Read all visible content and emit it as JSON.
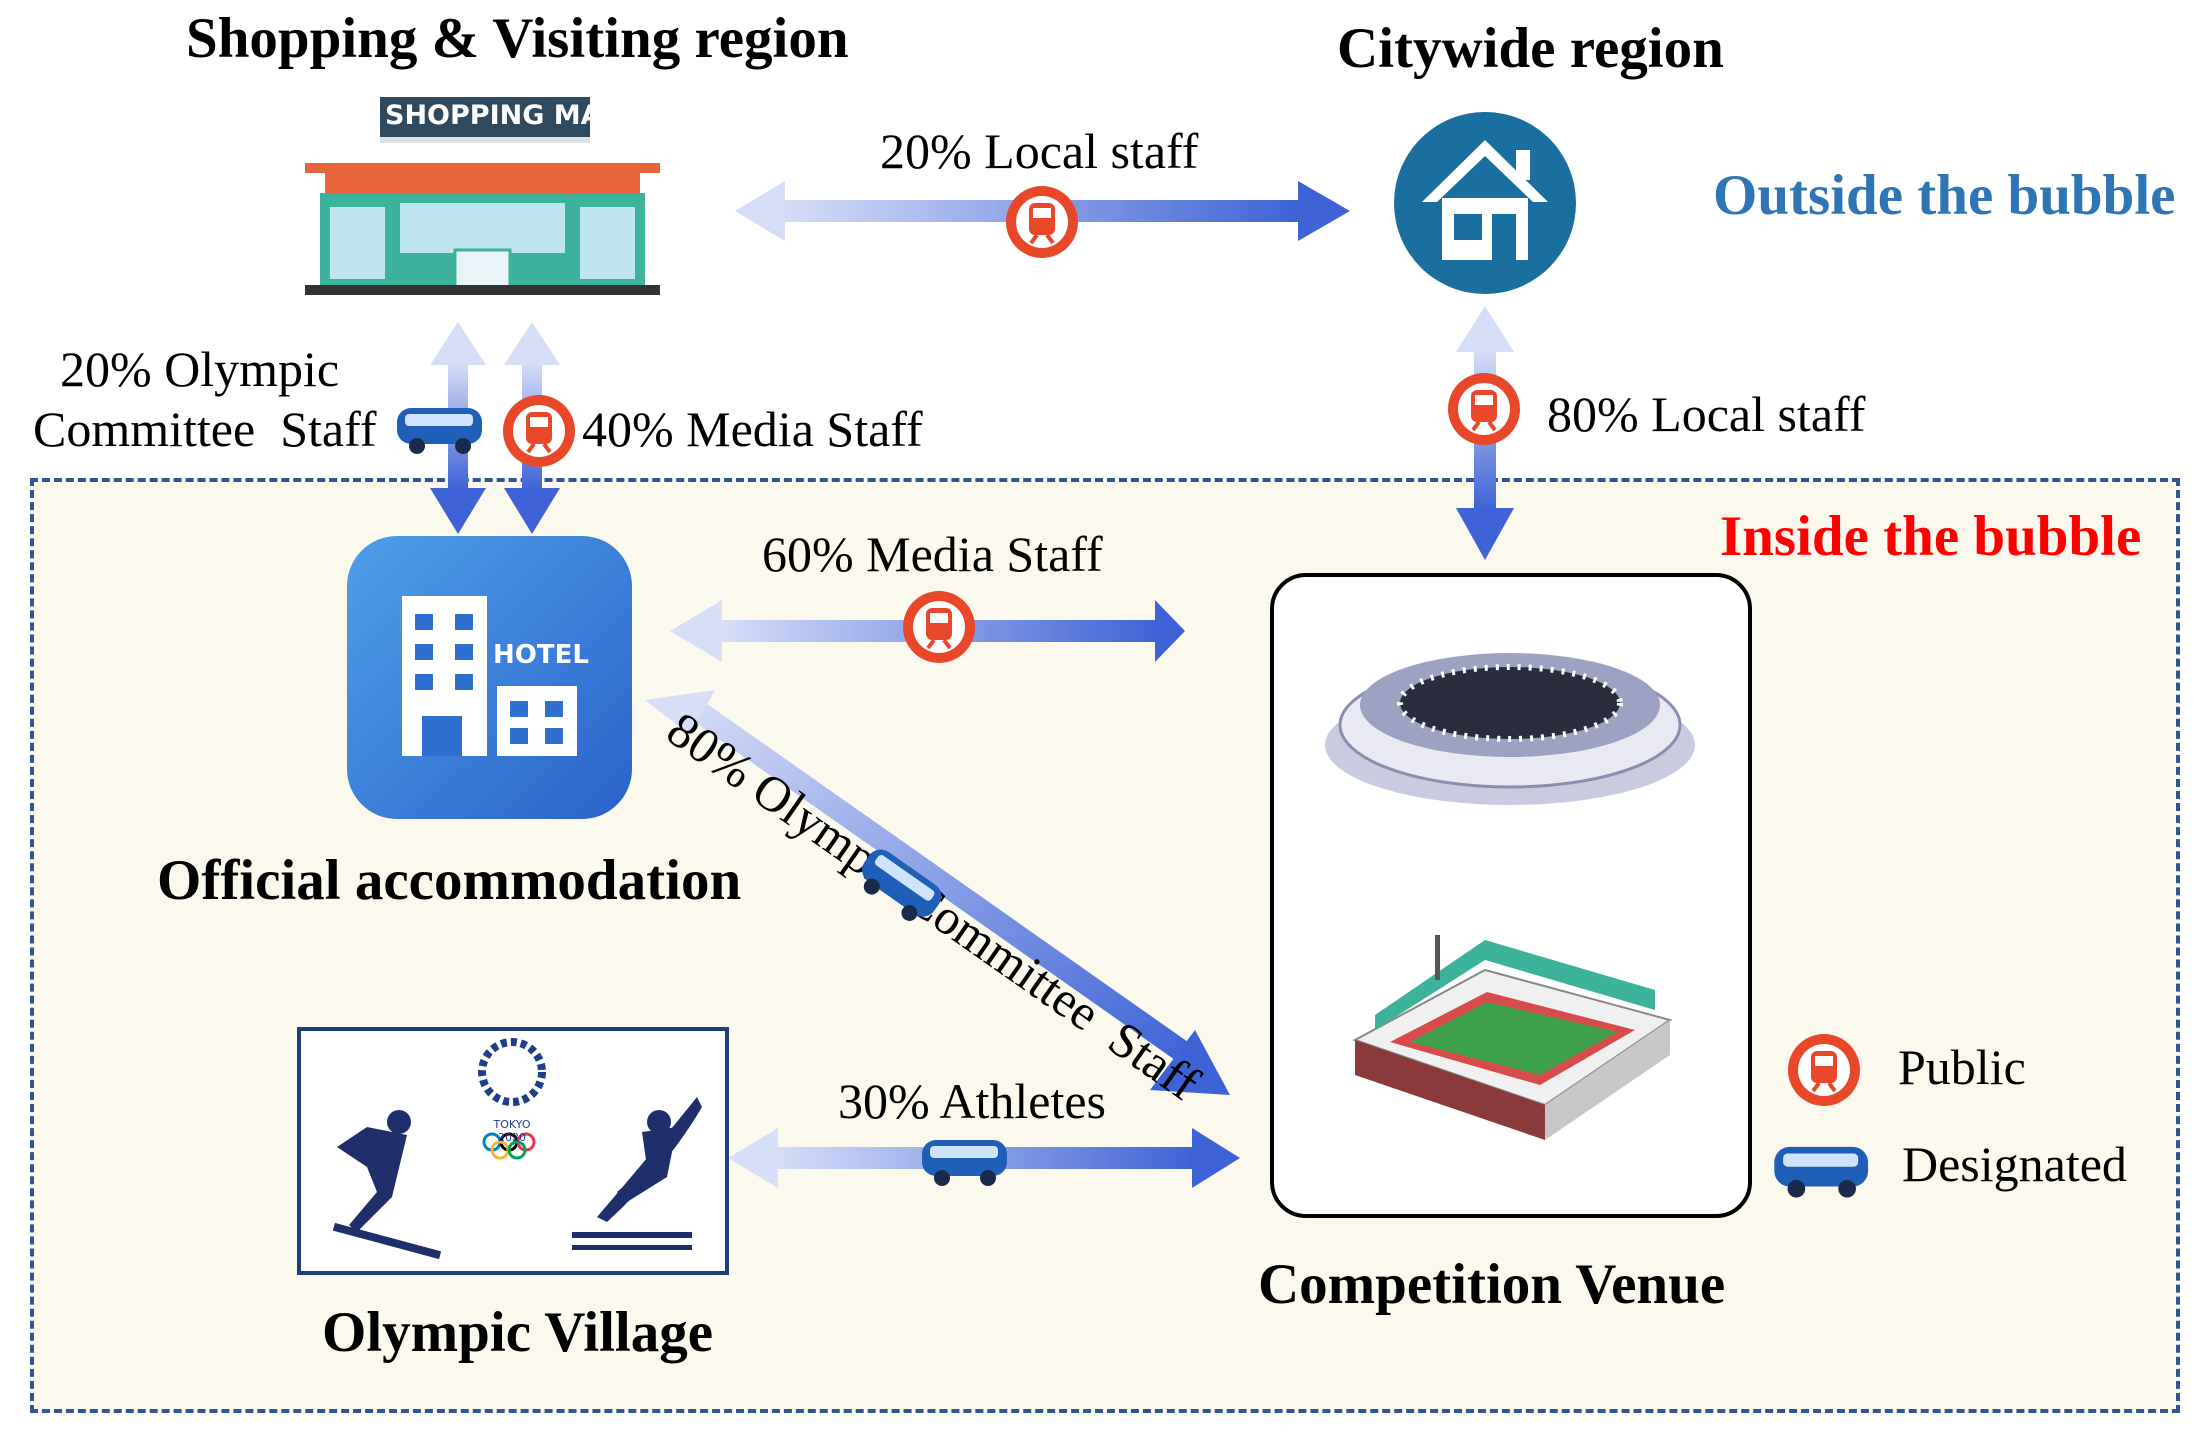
{
  "regions": {
    "shopping": "Shopping & Visiting region",
    "citywide": "Citywide region",
    "outside": "Outside the bubble",
    "inside": "Inside the bubble"
  },
  "nodes": {
    "mall_sign": "SHOPPING MALL",
    "hotel_sign": "HOTEL",
    "accommodation": "Official accommodation",
    "village": "Olympic Village",
    "venue": "Competition Venue",
    "tokyo": "TOKYO 2020"
  },
  "flows": {
    "mall_city": "20% Local staff",
    "olympic_line1": "20% Olympic",
    "olympic_line2": "Committee  Staff",
    "media_mall": "40% Media Staff",
    "local_80": "80% Local staff",
    "media_60": "60% Media Staff",
    "olympic_80": "80% Olympic Committee  Staff",
    "athletes": "30% Athletes"
  },
  "legend": {
    "public": "Public",
    "designated": "Designated"
  },
  "colors": {
    "outside": "#2e75b6",
    "inside": "#ff0000",
    "arrow": "#4a6fd8",
    "train": "#e8472a",
    "bus": "#1f5fb8"
  }
}
